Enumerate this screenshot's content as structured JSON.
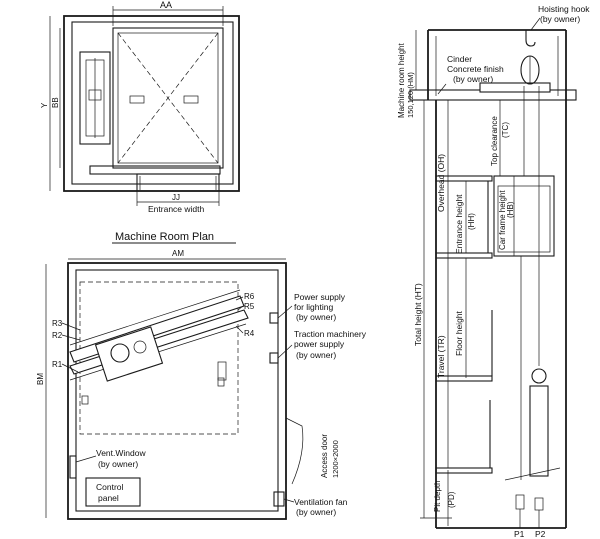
{
  "plan": {
    "width_label": "AA",
    "depth_label": "BB",
    "side_label": "Y",
    "door_label": "JJ",
    "entrance_width": "Entrance width"
  },
  "machine_room": {
    "title": "Machine Room Plan",
    "width_label": "AM",
    "depth_label": "BM",
    "reactions_left": [
      "R3",
      "R2",
      "R1"
    ],
    "reactions_right": [
      "R6",
      "R5",
      "R4"
    ],
    "power_lighting": [
      "Power supply",
      "for lighting",
      "(by owner)"
    ],
    "traction_power": [
      "Traction machinery",
      "power supply",
      "(by owner)"
    ],
    "vent_window": [
      "Vent.Window",
      "(by owner)"
    ],
    "control_panel": [
      "Control",
      "panel"
    ],
    "access_door": [
      "Access door",
      "1200×2000"
    ],
    "ventilation_fan": [
      "Ventilation fan",
      "(by owner)"
    ]
  },
  "section": {
    "hoisting_hook": [
      "Hoisting hook",
      "(by owner)"
    ],
    "cinder": "Cinder",
    "concrete": [
      "Concrete finish",
      "(by owner)"
    ],
    "machine_room_height": [
      "Machine room height",
      "150,120   (HM)"
    ],
    "top_clearance": [
      "Top clearance",
      "(TC)"
    ],
    "overhead": "Overhead (OH)",
    "entrance_height": [
      "Entrance height",
      "(HH)"
    ],
    "car_frame_height": [
      "Car frame height",
      "(HB)"
    ],
    "total_height": "Total height (HT)",
    "travel": "Travel (TR)",
    "floor_height": "Floor height",
    "pit_depth": [
      "Pit depth",
      "(PD)"
    ],
    "p1": "P1",
    "p2": "P2"
  }
}
